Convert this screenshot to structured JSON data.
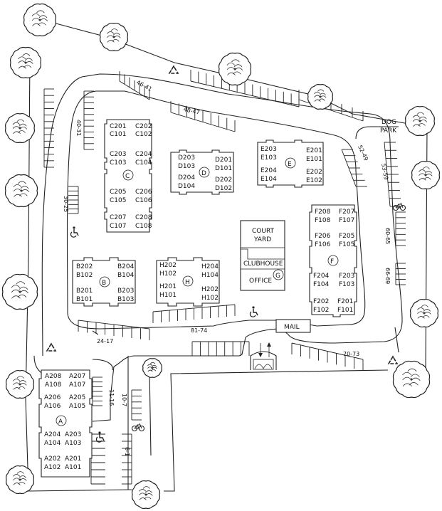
{
  "buildings": [
    {
      "letter": "A",
      "units": [
        "A208",
        "A207",
        "A108",
        "A107",
        "A206",
        "A205",
        "A106",
        "A105",
        "A204",
        "A203",
        "A104",
        "A103",
        "A202",
        "A201",
        "A102",
        "A101"
      ]
    },
    {
      "letter": "B",
      "units": [
        "B202",
        "B204",
        "B102",
        "B104",
        "B201",
        "B203",
        "B101",
        "B103"
      ]
    },
    {
      "letter": "C",
      "units": [
        "C201",
        "C202",
        "C101",
        "C102",
        "C203",
        "C204",
        "C103",
        "C104",
        "C205",
        "C206",
        "C105",
        "C106",
        "C207",
        "C208",
        "C107",
        "C108"
      ]
    },
    {
      "letter": "D",
      "units": [
        "D203",
        "D201",
        "D103",
        "D101",
        "D204",
        "D202",
        "D104",
        "D102"
      ]
    },
    {
      "letter": "E",
      "units": [
        "E203",
        "E201",
        "E103",
        "E101",
        "E204",
        "E202",
        "E104",
        "E102"
      ]
    },
    {
      "letter": "F",
      "units": [
        "F208",
        "F207",
        "F108",
        "F107",
        "F206",
        "F205",
        "F106",
        "F105",
        "F204",
        "F203",
        "F104",
        "F103",
        "F202",
        "F201",
        "F102",
        "F101"
      ]
    },
    {
      "letter": "H",
      "units": [
        "H202",
        "H204",
        "H102",
        "H104",
        "H201",
        "H202",
        "H101",
        "H102"
      ]
    }
  ],
  "facilities": {
    "court_yard": "COURT\nYARD",
    "court_yard_1": "COURT",
    "court_yard_2": "YARD",
    "clubhouse": "CLUBHOUSE",
    "clubhouse_letter": "G",
    "office": "OFFICE",
    "mail": "MAIL",
    "dog_park_1": "DOG",
    "dog_park_2": "PARK"
  },
  "parking_labels": {
    "p46_41": "46-41",
    "p48_47": "48-47",
    "p40_31": "40-31",
    "p30_25": "30-25",
    "p52_49": "52-49",
    "p53_59": "53-59",
    "p60_65": "60-65",
    "p66_69": "66-69",
    "p24_17": "24-17",
    "p81_74": "81-74",
    "p70_73": "70-73",
    "p11_16": "11-16",
    "p10_7": "10-7",
    "p6_1": "6-1"
  },
  "icons": [
    "tree-icon",
    "recycle-icon",
    "accessible-icon",
    "bicycle-icon",
    "gate-arrow-icon"
  ]
}
